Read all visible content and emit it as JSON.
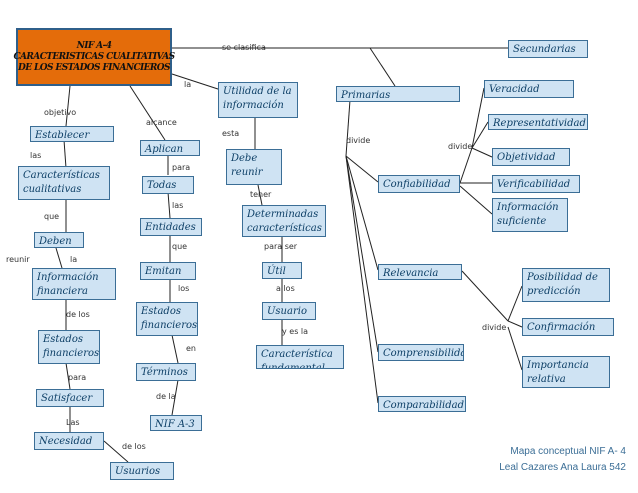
{
  "title": {
    "line1": "NIF A-4",
    "line2": "CARACTERISTICAS CUALITATIVAS",
    "line3": "DE LOS ESTADOS FINANCIEROS"
  },
  "nodes": {
    "secundarias": "Secundarias",
    "utilidad": "Utilidad de la información",
    "primarias": "Primarias",
    "veracidad": "Veracidad",
    "representatividad": "Representatividad",
    "establecer": "Establecer",
    "aplican": "Aplican",
    "debe_reunir": "Debe reunir",
    "objetividad": "Objetividad",
    "caracteristicas_cualitativas": "Características cualitativas",
    "todas": "Todas",
    "confiabilidad": "Confiabilidad",
    "verificabilidad": "Verificabilidad",
    "informacion_suficiente": "Información suficiente",
    "determinadas": "Determinadas características",
    "entidades": "Entidades",
    "deben": "Deben",
    "emitan": "Emitan",
    "util": "Útil",
    "relevancia": "Relevancia",
    "informacion_financiera": "Información financiera",
    "posibilidad": "Posibilidad de predicción",
    "estados_financieros_1": "Estados financieros",
    "usuario": "Usuario",
    "confirmacion": "Confirmación",
    "estados_financieros_2": "Estados financieros",
    "caracteristica_fundamental": "Característica fundamental",
    "comprensibilidad": "Comprensibilidad",
    "importancia": "Importancia relativa",
    "terminos": "Términos",
    "satisfacer": "Satisfacer",
    "comparabilidad": "Comparabilidad",
    "nif_a3": "NIF A-3",
    "necesidad": "Necesidad",
    "usuarios": "Usuarios"
  },
  "labels": {
    "se_clasifica": "se clasifica",
    "la": "la",
    "objetivo": "objetivo",
    "alcance": "alcance",
    "esta": "esta",
    "divide_1": "divide",
    "divide_2": "divide",
    "las_1": "las",
    "para_1": "para",
    "tener": "tener",
    "las_2": "las",
    "que_1": "que",
    "que_2": "que",
    "para_ser": "para ser",
    "reunir": "reunir",
    "la_2": "la",
    "los_1": "los",
    "a_los": "a los",
    "de_los_1": "de los",
    "y_es_la": "y es la",
    "divide_3": "divide",
    "en": "en",
    "para_2": "para",
    "de_la": "de la",
    "las_3": "Las",
    "de_los_2": "de los"
  },
  "credits": {
    "line1": "Mapa conceptual NIF A- 4",
    "line2": "Leal Cazares Ana Laura 542"
  }
}
